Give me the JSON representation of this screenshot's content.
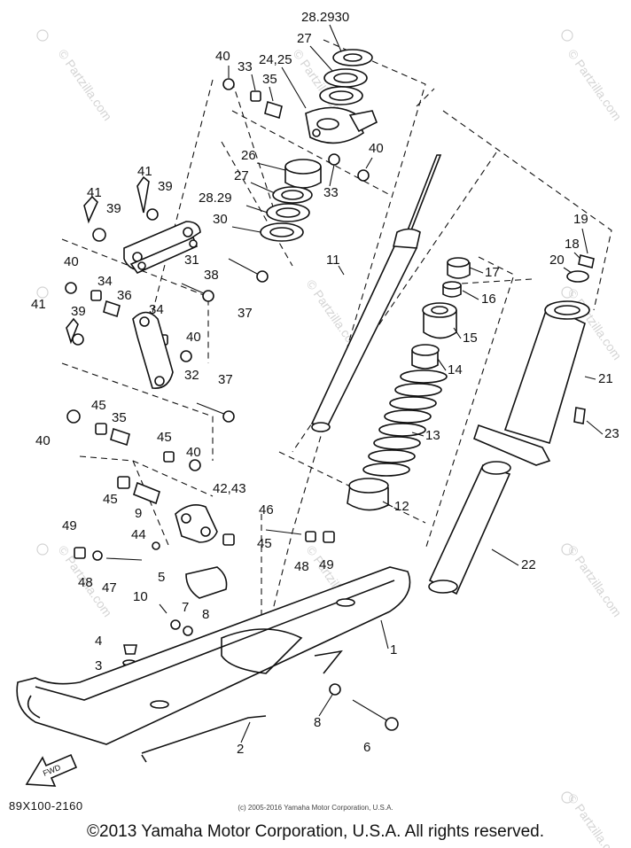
{
  "diagram": {
    "doc_number": "89X100-2160",
    "small_copyright": "(c) 2005-2016 Yamaha Motor Corporation, U.S.A.",
    "footer_copyright": "©2013 Yamaha Motor Corporation, U.S.A. All rights reserved.",
    "watermark": "© Partzilla.com",
    "fwd_label": "FWD",
    "callouts": [
      "28.2930",
      "27",
      "24,25",
      "40",
      "33",
      "35",
      "26",
      "27",
      "28.29",
      "30",
      "40",
      "33",
      "41",
      "39",
      "41",
      "39",
      "31",
      "38",
      "11",
      "40",
      "34",
      "36",
      "37",
      "19",
      "18",
      "20",
      "17",
      "16",
      "15",
      "14",
      "13",
      "12",
      "21",
      "23",
      "22",
      "41",
      "39",
      "34",
      "40",
      "32",
      "37",
      "40",
      "45",
      "35",
      "45",
      "40",
      "45",
      "9",
      "42,43",
      "46",
      "45",
      "48",
      "49",
      "49",
      "44",
      "48",
      "47",
      "5",
      "10",
      "7",
      "8",
      "4",
      "3",
      "1",
      "8",
      "6",
      "2"
    ]
  }
}
